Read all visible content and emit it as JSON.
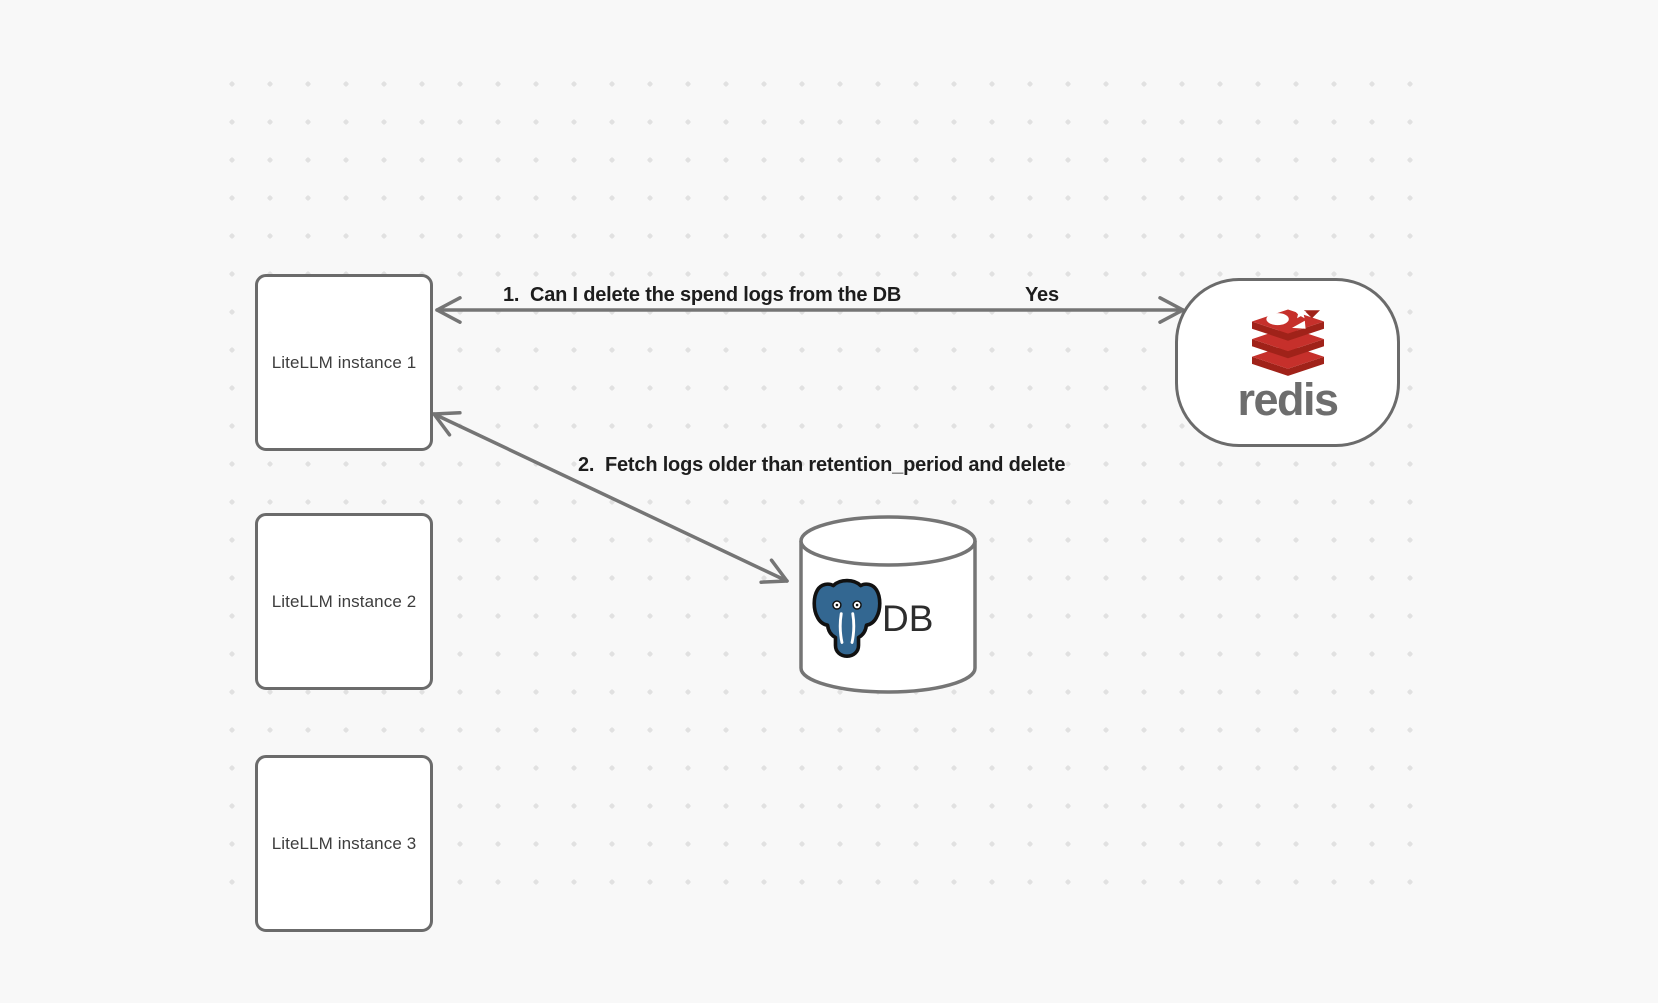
{
  "canvas": {
    "background_color": "#f8f8f8",
    "dot_color": "#e1e1e1",
    "stroke_color": "#757575",
    "box_border_color": "#6b6b6b"
  },
  "nodes": {
    "litellm_instances": [
      {
        "label": "LiteLLM instance 1"
      },
      {
        "label": "LiteLLM instance 2"
      },
      {
        "label": "LiteLLM instance 3"
      }
    ],
    "redis": {
      "label": "redis",
      "icon": "redis-logo",
      "icon_color": "#C6302B",
      "icon_color_dark": "#A02219",
      "label_color": "#6d6d6d"
    },
    "db": {
      "label": "DB",
      "icon": "postgresql-elephant-logo",
      "icon_color": "#336791"
    }
  },
  "edges": [
    {
      "id": "edge-1",
      "from": "litellm-instance-1",
      "to": "redis",
      "arrowheads": "both",
      "label": "1.  Can I delete the spend logs from the DB",
      "response": "Yes"
    },
    {
      "id": "edge-2",
      "from": "litellm-instance-1",
      "to": "db",
      "arrowheads": "both",
      "label": "2.  Fetch logs older than retention_period and delete"
    }
  ]
}
